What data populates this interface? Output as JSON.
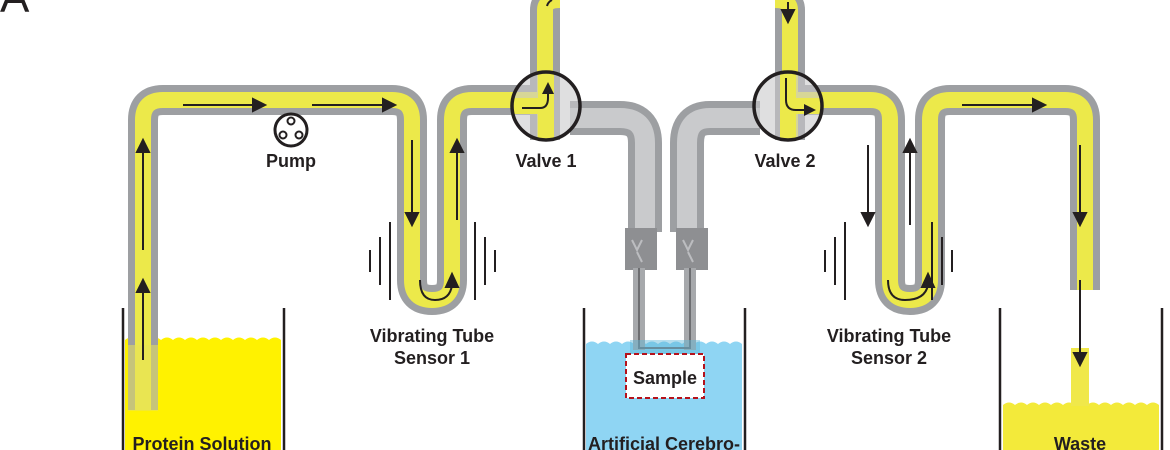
{
  "panel_label": "A",
  "labels": {
    "pump": "Pump",
    "valve1": "Valve 1",
    "valve2": "Valve 2",
    "sensor1_line1": "Vibrating Tube",
    "sensor1_line2": "Sensor 1",
    "sensor2_line1": "Vibrating Tube",
    "sensor2_line2": "Sensor 2",
    "sample": "Sample",
    "protein": "Protein Solution",
    "acsf": "Artificial Cerebro-",
    "waste": "Waste"
  },
  "colors": {
    "fluid_yellow": "#ece94a",
    "tube_gray": "#9d9fa2",
    "inactive_tube": "#c9cacc",
    "protein_yellow": "#fff200",
    "acsf_blue": "#8fd5f3",
    "sample_border": "#b5121b",
    "ink": "#231f20"
  }
}
